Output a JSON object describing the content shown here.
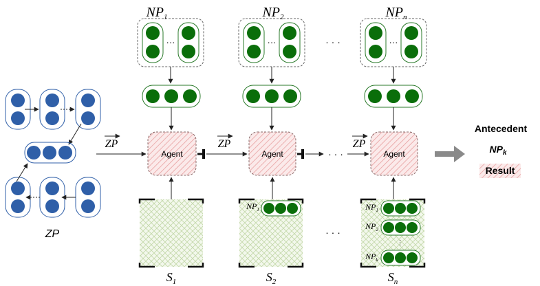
{
  "np_groups": [
    {
      "label": "NP",
      "sub": "1"
    },
    {
      "label": "NP",
      "sub": "2"
    },
    {
      "label": "NP",
      "sub": "n"
    }
  ],
  "ellipsis": "···",
  "dots_h": "· · ·",
  "agent_label": "Agent",
  "zp_vector": "ZP",
  "zp_caption": "ZP",
  "sentences": [
    {
      "label": "S",
      "sub": "1"
    },
    {
      "label": "S",
      "sub": "2"
    },
    {
      "label": "S",
      "sub": "n"
    }
  ],
  "s2_item": {
    "label": "NP",
    "sub": "1"
  },
  "sn_items": [
    {
      "label": "NP",
      "sub": "1"
    },
    {
      "label": "NP",
      "sub": "2"
    },
    {
      "label": "NP",
      "sub": "k"
    }
  ],
  "legend": {
    "antecedent": "Antecedent",
    "np_k_label": "NP",
    "np_k_sub": "k",
    "result": "Result"
  },
  "colors": {
    "np_fill": "#0a6e0a",
    "np_border": "#2a7a2a",
    "zp_fill": "#2f5fa8",
    "zp_border": "#2f5fa8",
    "agent_hatch": "#e8a0a0",
    "sentence_fill": "#c8dcb0",
    "arrow_gray": "#8a8a8a"
  }
}
